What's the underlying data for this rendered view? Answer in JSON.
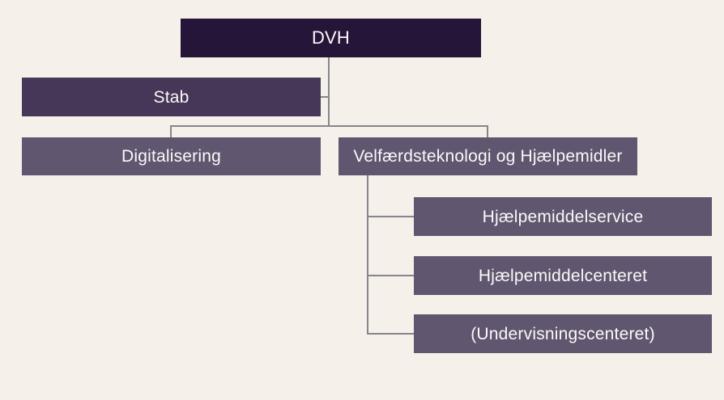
{
  "diagram": {
    "type": "org-chart",
    "nodes": [
      {
        "id": "dvh",
        "label": "DVH",
        "level": 1,
        "parent": null
      },
      {
        "id": "stab",
        "label": "Stab",
        "level": 2,
        "parent": "dvh"
      },
      {
        "id": "digitalisering",
        "label": "Digitalisering",
        "level": 2,
        "parent": "dvh"
      },
      {
        "id": "velfaerd",
        "label": "Velfærdsteknologi og Hjælpemidler",
        "level": 2,
        "parent": "dvh"
      },
      {
        "id": "service",
        "label": "Hjælpemiddelservice",
        "level": 3,
        "parent": "velfaerd"
      },
      {
        "id": "centeret",
        "label": "Hjælpemiddelcenteret",
        "level": 3,
        "parent": "velfaerd"
      },
      {
        "id": "undervisning",
        "label": "(Undervisningscenteret)",
        "level": 3,
        "parent": "velfaerd"
      }
    ],
    "colors": {
      "background": "#f5f0ea",
      "root_box": "#251639",
      "stab_box": "#463759",
      "unit_box": "#615670",
      "text": "#fbf9f8",
      "connector": "#87848d"
    }
  }
}
